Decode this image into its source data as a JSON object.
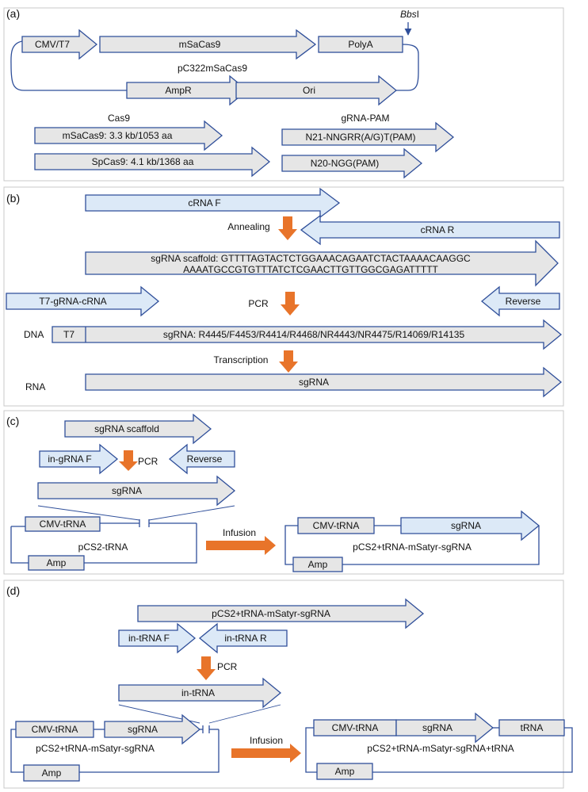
{
  "colors": {
    "arrow_fill": "#e6e6e6",
    "arrow_stroke": "#2f4f9a",
    "light_fill": "#dce9f7",
    "orange": "#e8742a",
    "panel_border": "#c8c8c8",
    "line": "#2f4f9a"
  },
  "panel_a": {
    "label": "(a)",
    "cmv_t7": "CMV/T7",
    "msacas9": "mSaCas9",
    "polya": "PolyA",
    "bbs_italic": "Bbs",
    "bbs_roman": "I",
    "plasmid_name": "pC322mSaCas9",
    "ampr": "AmpR",
    "ori": "Ori",
    "cas9_heading": "Cas9",
    "msacas9_size": "mSaCas9: 3.3 kb/1053 aa",
    "spcas9_size": "SpCas9: 4.1 kb/1368 aa",
    "gRNA_heading": "gRNA-PAM",
    "n21": "N21-NNGRR(A/G)T(PAM)",
    "n20": "N20-NGG(PAM)"
  },
  "panel_b": {
    "label": "(b)",
    "crna_f": "cRNA F",
    "annealing": "Annealing",
    "crna_r": "cRNA R",
    "scaffold_line1": "sgRNA scaffold: GTTTTAGTACTCTGGAAACAGAATCTACTAAAACAAGGC",
    "scaffold_line2": "AAAATGCCGTGTTTATCTCGAACTTGTTGGCGAGATTTTT",
    "t7_grna": "T7-gRNA-cRNA",
    "pcr": "PCR",
    "reverse": "Reverse",
    "dna": "DNA",
    "t7": "T7",
    "sgrna_list": "sgRNA: R4445/F4453/R4414/R4468/NR4443/NR4475/R14069/R14135",
    "transcription": "Transcription",
    "rna": "RNA",
    "sgrna": "sgRNA"
  },
  "panel_c": {
    "label": "(c)",
    "scaffold": "sgRNA scaffold",
    "in_grna_f": "in-gRNA F",
    "pcr": "PCR",
    "reverse": "Reverse",
    "sgrna": "sgRNA",
    "cmv_trna": "CMV-tRNA",
    "pcs2_trna": "pCS2-tRNA",
    "amp": "Amp",
    "infusion": "Infusion",
    "cmv_trna2": "CMV-tRNA",
    "sgrna2": "sgRNA",
    "product": "pCS2+tRNA-mSatyr-sgRNA",
    "amp2": "Amp"
  },
  "panel_d": {
    "label": "(d)",
    "template": "pCS2+tRNA-mSatyr-sgRNA",
    "in_trna_f": "in-tRNA F",
    "in_trna_r": "in-tRNA R",
    "pcr": "PCR",
    "in_trna": "in-tRNA",
    "cmv_trna": "CMV-tRNA",
    "sgrna": "sgRNA",
    "vector": "pCS2+tRNA-mSatyr-sgRNA",
    "amp": "Amp",
    "infusion": "Infusion",
    "cmv_trna2": "CMV-tRNA",
    "sgrna2": "sgRNA",
    "trna": "tRNA",
    "product": "pCS2+tRNA-mSatyr-sgRNA+tRNA",
    "amp2": "Amp"
  }
}
